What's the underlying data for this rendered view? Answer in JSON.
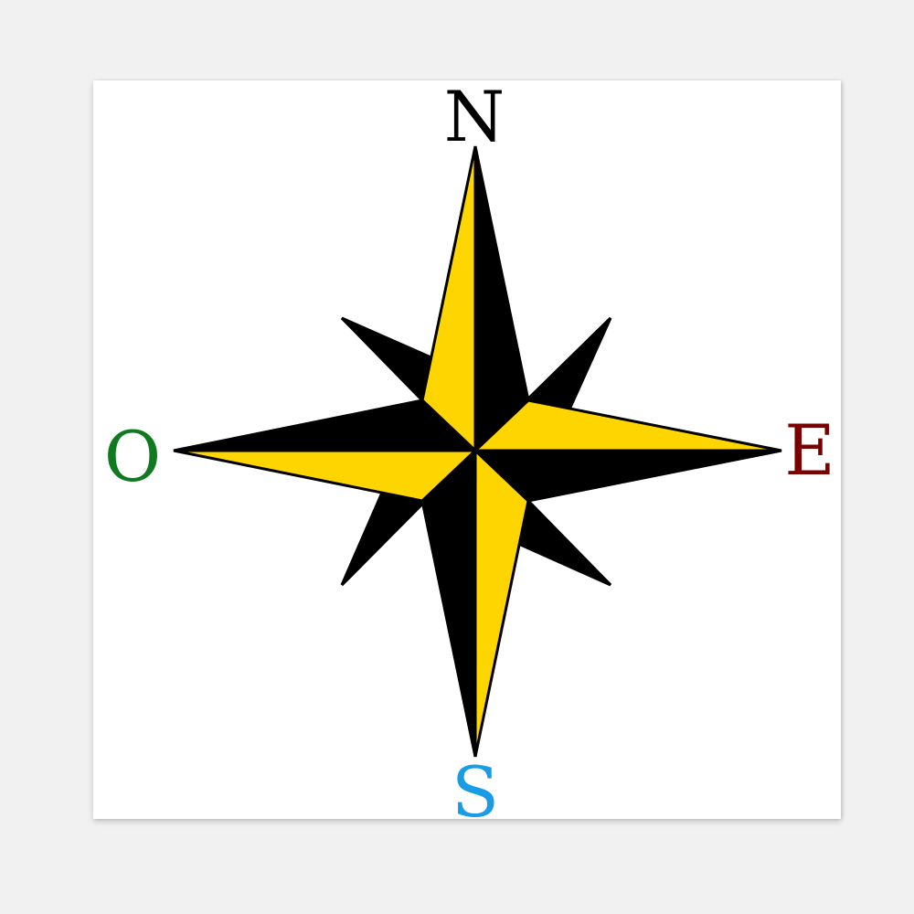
{
  "compass": {
    "north": "N",
    "east": "E",
    "south": "S",
    "west": "O"
  },
  "colors": {
    "background": "#f1f1f1",
    "canvas": "#ffffff",
    "star_yellow": "#ffd500",
    "star_black": "#000000",
    "north_label": "#000000",
    "east_label": "#7a0000",
    "south_label": "#1a9be6",
    "west_label": "#0f7a1f"
  }
}
